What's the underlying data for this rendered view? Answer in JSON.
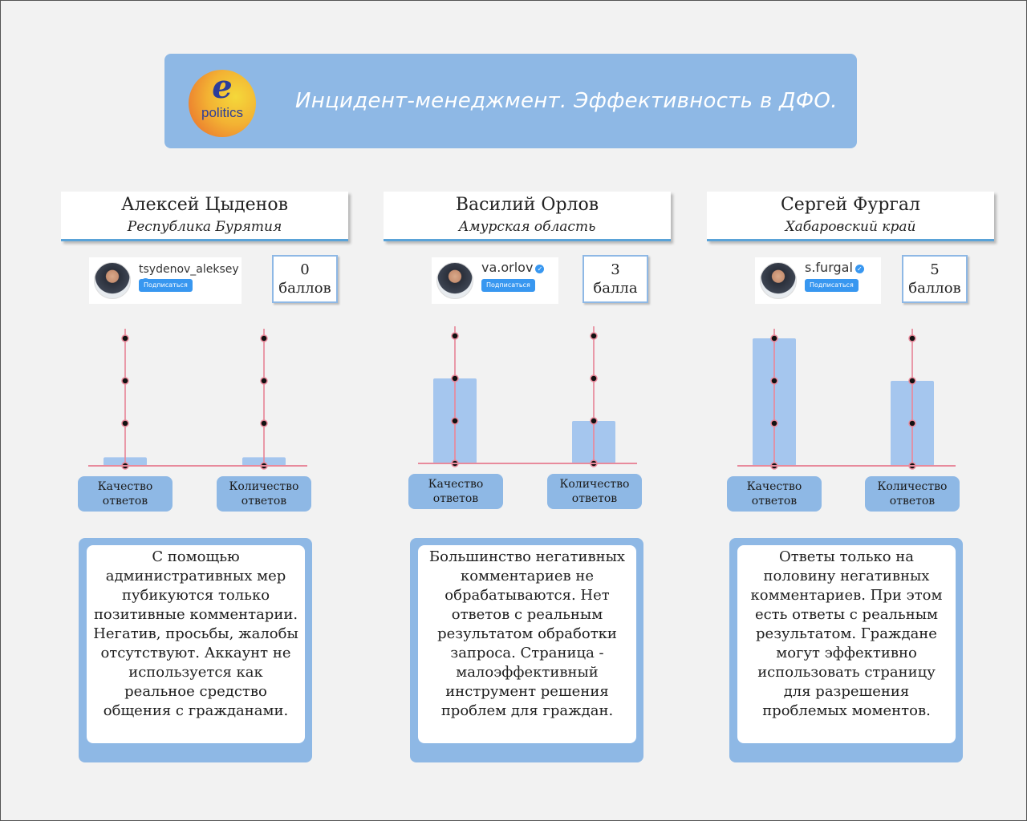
{
  "header": {
    "logo_mark": "e",
    "logo_text": "politics",
    "title": "Инцидент-менеджмент. Эффективность в ДФО."
  },
  "columns": [
    {
      "name": "Алексей Цыденов",
      "region": "Республика Бурятия",
      "ig_handle": "tsydenov_aleksey",
      "follow_label": "Подписаться",
      "score_value": "0",
      "score_unit": "баллов",
      "bar_labels": [
        [
          "Качество",
          "ответов"
        ],
        [
          "Количество",
          "ответов"
        ]
      ],
      "description": "С помощью административных мер пубикуются только позитивные комментарии. Негатив, просьбы, жалобы отсутствуют. Аккаунт не используется как реальное средство общения с гражданами."
    },
    {
      "name": "Василий Орлов",
      "region": "Амурская область",
      "ig_handle": "va.orlov",
      "follow_label": "Подписаться",
      "score_value": "3",
      "score_unit": "балла",
      "bar_labels": [
        [
          "Качество",
          "ответов"
        ],
        [
          "Количество",
          "ответов"
        ]
      ],
      "description": "Большинство негативных комментариев не обрабатываются. Нет ответов с реальным результатом обработки запроса. Страница - малоэффективный инструмент решения проблем для граждан."
    },
    {
      "name": "Сергей Фургал",
      "region": "Хабаровский край",
      "ig_handle": "s.furgal",
      "follow_label": "Подписаться",
      "score_value": "5",
      "score_unit": "баллов",
      "bar_labels": [
        [
          "Качество",
          "ответов"
        ],
        [
          "Количество",
          "ответов"
        ]
      ],
      "description": "Ответы только на половину негативных комментариев. При этом есть ответы с реальным результатом. Граждане могут эффективно использовать страницу для разрешения проблемых моментов."
    }
  ],
  "chart_data": [
    {
      "type": "bar",
      "categories": [
        "Качество ответов",
        "Количество ответов"
      ],
      "values": [
        0.2,
        0.2
      ],
      "ylim": [
        0,
        3
      ]
    },
    {
      "type": "bar",
      "categories": [
        "Качество ответов",
        "Количество ответов"
      ],
      "values": [
        2,
        1
      ],
      "ylim": [
        0,
        3
      ]
    },
    {
      "type": "bar",
      "categories": [
        "Качество ответов",
        "Количество ответов"
      ],
      "values": [
        3,
        2
      ],
      "ylim": [
        0,
        3
      ]
    }
  ],
  "colors": {
    "bar": "#a5c6ee",
    "axis": "#e88a9c",
    "tick_dot": "#111111",
    "panel": "#8eb8e5"
  }
}
